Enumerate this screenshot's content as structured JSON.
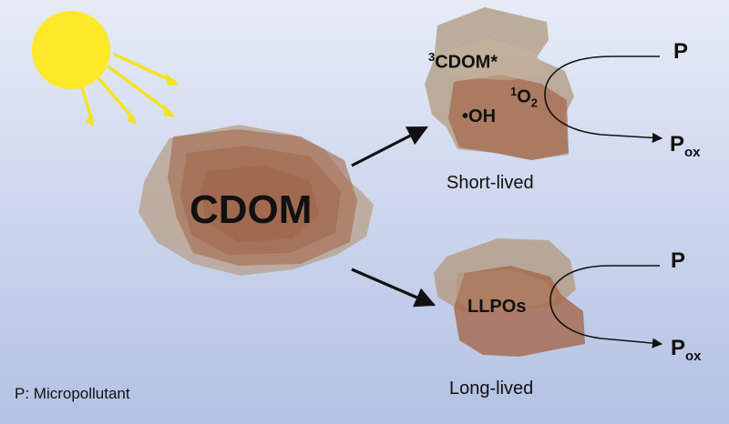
{
  "cdom_label": "CDOM",
  "short_lived": {
    "triplet_sup": "3",
    "triplet_text": "CDOM*",
    "hydroxyl_dot": "•",
    "hydroxyl_text": "OH",
    "singlet_sup": "1",
    "singlet_text": "O",
    "singlet_sub": "2",
    "caption": "Short-lived"
  },
  "long_lived": {
    "species": "LLPOs",
    "caption": "Long-lived"
  },
  "pollutant": {
    "p": "P",
    "pox_main": "P",
    "pox_sub": "ox"
  },
  "legend": "P: Micropollutant",
  "colors": {
    "sun": "#fde829",
    "sun_rays": "#f3e41f",
    "blob_light": "#b4a08c",
    "blob_dark": "#a8674a",
    "arrow": "#111111"
  }
}
